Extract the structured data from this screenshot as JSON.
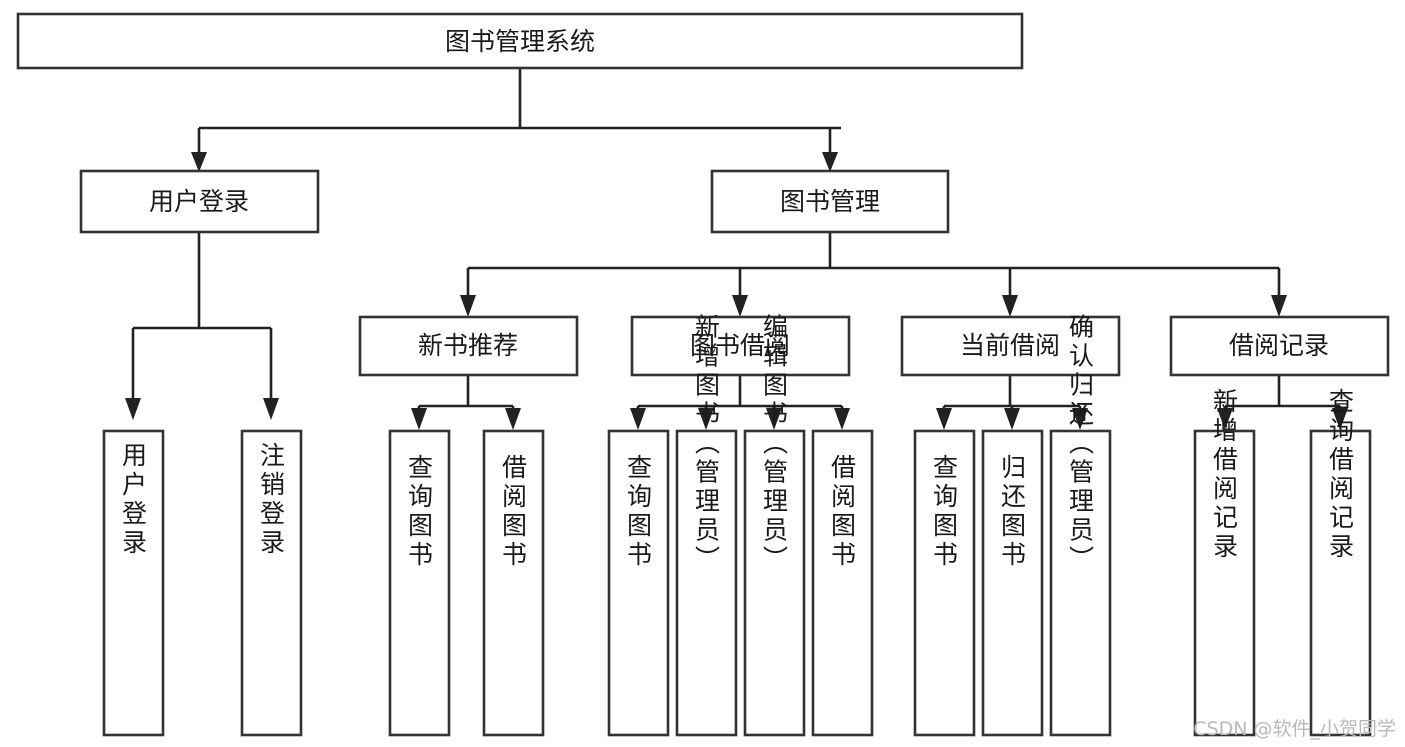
{
  "diagram": {
    "type": "tree",
    "title_node": "图书管理系统",
    "orientation": "top-down",
    "levels": 4,
    "nodes": {
      "root": {
        "label": "图书管理系统"
      },
      "level2": [
        {
          "id": "user-login",
          "label": "用户登录"
        },
        {
          "id": "book-management",
          "label": "图书管理"
        }
      ],
      "level3": [
        {
          "id": "new-book-recommend",
          "label": "新书推荐"
        },
        {
          "id": "book-borrow",
          "label": "图书借阅"
        },
        {
          "id": "current-borrow",
          "label": "当前借阅"
        },
        {
          "id": "borrow-record",
          "label": "借阅记录"
        }
      ],
      "leaves": [
        {
          "id": "leaf-user-login",
          "label": "用户登录",
          "parent": "user-login"
        },
        {
          "id": "leaf-logout-login",
          "label": "注销登录",
          "parent": "user-login"
        },
        {
          "id": "leaf-query-book-1",
          "label": "查询图书",
          "parent": "new-book-recommend"
        },
        {
          "id": "leaf-borrow-book-1",
          "label": "借阅图书",
          "parent": "new-book-recommend"
        },
        {
          "id": "leaf-query-book-2",
          "label": "查询图书",
          "parent": "book-borrow"
        },
        {
          "id": "leaf-add-book",
          "label": "新增图书（管理员）",
          "parent": "book-borrow"
        },
        {
          "id": "leaf-edit-book",
          "label": "编辑图书（管理员）",
          "parent": "book-borrow"
        },
        {
          "id": "leaf-borrow-book-2",
          "label": "借阅图书",
          "parent": "book-borrow"
        },
        {
          "id": "leaf-query-book-3",
          "label": "查询图书",
          "parent": "current-borrow"
        },
        {
          "id": "leaf-return-book",
          "label": "归还图书",
          "parent": "current-borrow"
        },
        {
          "id": "leaf-confirm-return",
          "label": "确认归还（管理员）",
          "parent": "current-borrow"
        },
        {
          "id": "leaf-add-record",
          "label": "新增借阅记录",
          "parent": "borrow-record"
        },
        {
          "id": "leaf-query-record",
          "label": "查询借阅记录",
          "parent": "borrow-record"
        }
      ]
    },
    "watermark": "CSDN @软件_小贺同学",
    "colors": {
      "box_fill": "#ffffff",
      "box_stroke": "#333333",
      "text": "#1a1a1a",
      "link": "#222222",
      "watermark": "#b9b9b9",
      "background": "#ffffff"
    }
  }
}
